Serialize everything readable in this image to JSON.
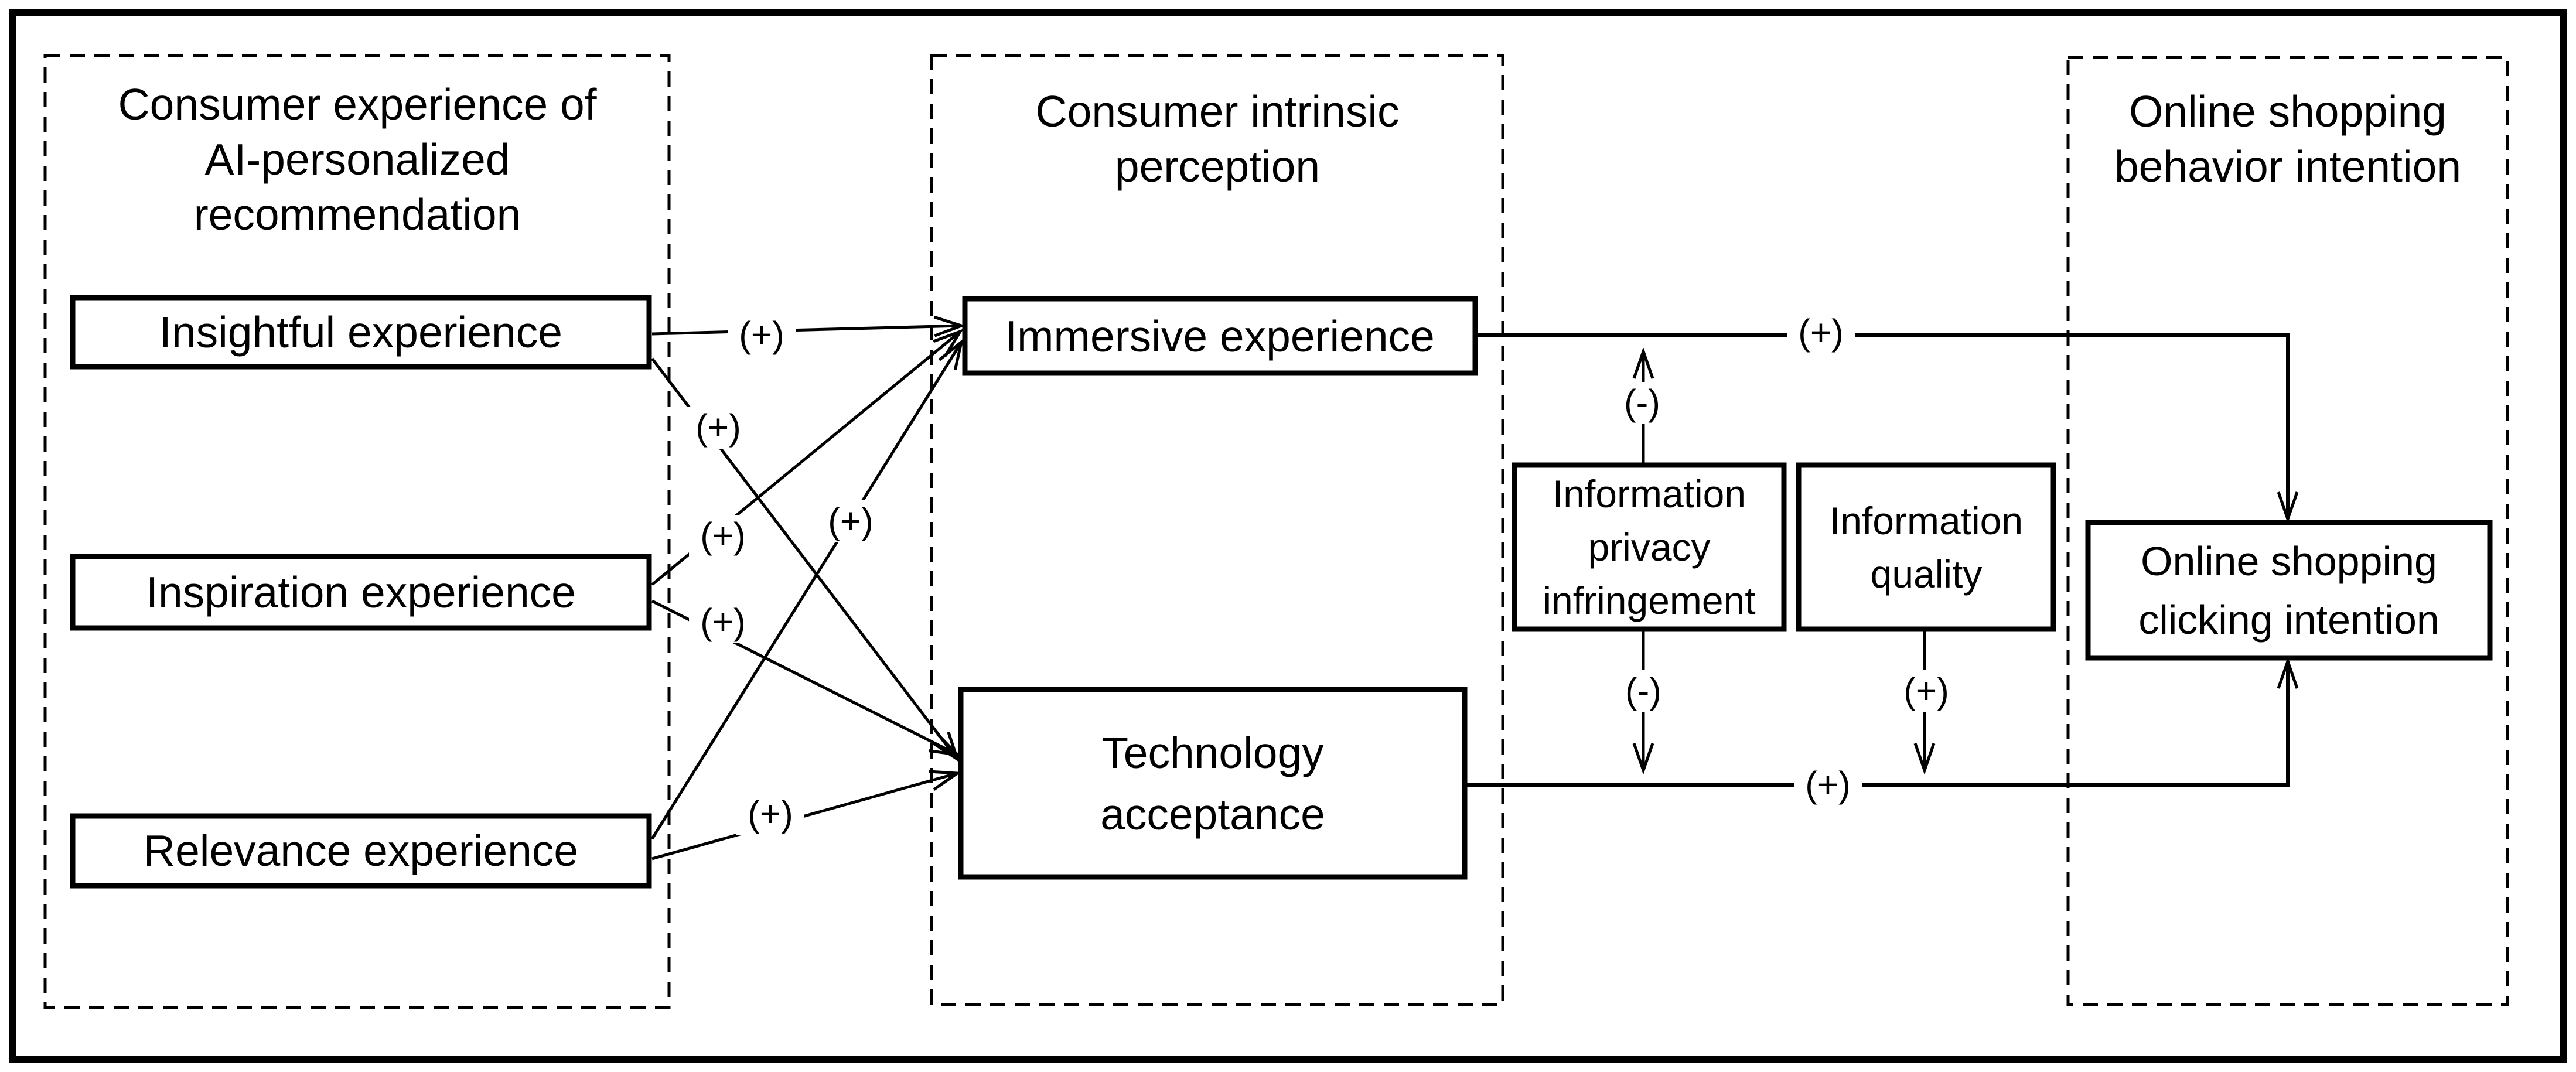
{
  "diagram": {
    "colors": {
      "line": "#000000",
      "background": "#ffffff",
      "text": "#000000"
    },
    "groups": [
      {
        "name": "consumer-experience-of-ai-personalized-recommendation",
        "lines": [
          "Consumer experience of",
          "AI-personalized",
          "recommendation"
        ]
      },
      {
        "name": "consumer-intrinsic-perception",
        "lines": [
          "Consumer intrinsic",
          "perception"
        ]
      },
      {
        "name": "online-shopping-behavior-intention",
        "lines": [
          "Online shopping",
          "behavior intention"
        ]
      }
    ],
    "nodes": [
      {
        "name": "insightful-experience",
        "lines": [
          "Insightful experience"
        ]
      },
      {
        "name": "inspiration-experience",
        "lines": [
          "Inspiration experience"
        ]
      },
      {
        "name": "relevance-experience",
        "lines": [
          "Relevance experience"
        ]
      },
      {
        "name": "immersive-experience",
        "lines": [
          "Immersive experience"
        ]
      },
      {
        "name": "technology-acceptance",
        "lines": [
          "Technology",
          "acceptance"
        ]
      },
      {
        "name": "information-privacy-infringement",
        "lines": [
          "Information",
          "privacy",
          "infringement"
        ]
      },
      {
        "name": "information-quality",
        "lines": [
          "Information",
          "quality"
        ]
      },
      {
        "name": "online-shopping-clicking-intention",
        "lines": [
          "Online shopping",
          "clicking intention"
        ]
      }
    ],
    "edges": [
      {
        "name": "insightful-to-immersive",
        "sign": "(+)"
      },
      {
        "name": "insightful-to-technology",
        "sign": "(+)"
      },
      {
        "name": "inspiration-to-immersive",
        "sign": "(+)"
      },
      {
        "name": "inspiration-to-technology",
        "sign": "(+)"
      },
      {
        "name": "relevance-to-immersive",
        "sign": "(+)"
      },
      {
        "name": "relevance-to-technology",
        "sign": "(+)"
      },
      {
        "name": "immersive-to-clicking",
        "sign": "(+)"
      },
      {
        "name": "technology-to-clicking",
        "sign": "(+)"
      },
      {
        "name": "privacy-moderates-immersive-path",
        "sign": "(-)"
      },
      {
        "name": "privacy-moderates-technology-path",
        "sign": "(-)"
      },
      {
        "name": "quality-moderates-technology-path",
        "sign": "(+)"
      }
    ]
  }
}
